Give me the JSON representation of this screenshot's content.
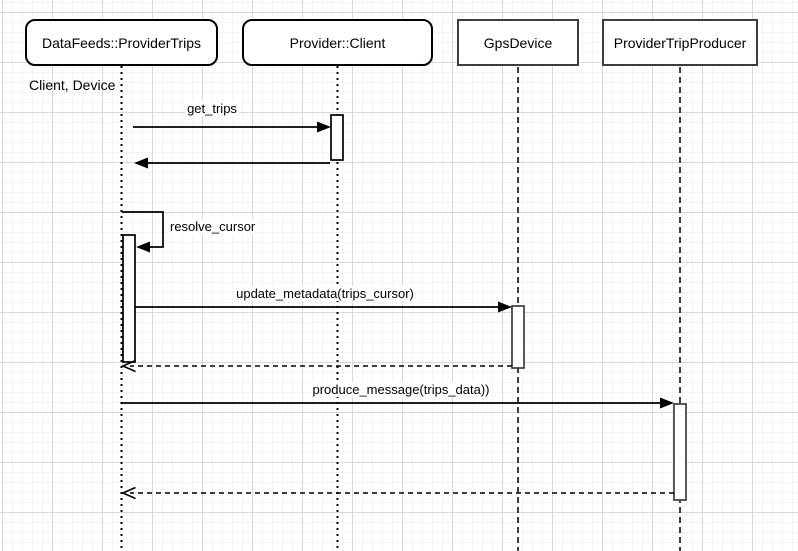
{
  "diagram": {
    "title": "sequence-diagram",
    "annotation": "Client, Device",
    "participants": [
      {
        "name": "DataFeeds::ProviderTrips",
        "shape": "rounded",
        "lifeline_style": "dotted"
      },
      {
        "name": "Provider::Client",
        "shape": "rounded",
        "lifeline_style": "dotted"
      },
      {
        "name": "GpsDevice",
        "shape": "rectangle",
        "lifeline_style": "dashed"
      },
      {
        "name": "ProviderTripProducer",
        "shape": "rectangle",
        "lifeline_style": "dashed"
      }
    ],
    "messages": [
      {
        "label": "get_trips",
        "from": "DataFeeds::ProviderTrips",
        "to": "Provider::Client",
        "type": "sync-solid-filled-arrow"
      },
      {
        "label": "",
        "from": "Provider::Client",
        "to": "DataFeeds::ProviderTrips",
        "type": "return-solid-filled-arrow"
      },
      {
        "label": "resolve_cursor",
        "from": "DataFeeds::ProviderTrips",
        "to": "DataFeeds::ProviderTrips",
        "type": "self-message"
      },
      {
        "label": "update_metadata(trips_cursor)",
        "from": "DataFeeds::ProviderTrips",
        "to": "GpsDevice",
        "type": "sync-solid-filled-arrow"
      },
      {
        "label": "",
        "from": "GpsDevice",
        "to": "DataFeeds::ProviderTrips",
        "type": "return-dashed-open-arrow"
      },
      {
        "label": "produce_message(trips_data))",
        "from": "DataFeeds::ProviderTrips",
        "to": "ProviderTripProducer",
        "type": "sync-solid-filled-arrow"
      },
      {
        "label": "",
        "from": "ProviderTripProducer",
        "to": "DataFeeds::ProviderTrips",
        "type": "return-dashed-open-arrow"
      }
    ],
    "colors": {
      "stroke_black": "#000000",
      "stroke_gray": "#3d3d3d",
      "fill": "#ffffff",
      "grid_major": "#d9d9d9",
      "grid_minor": "#f4f4f4"
    }
  }
}
